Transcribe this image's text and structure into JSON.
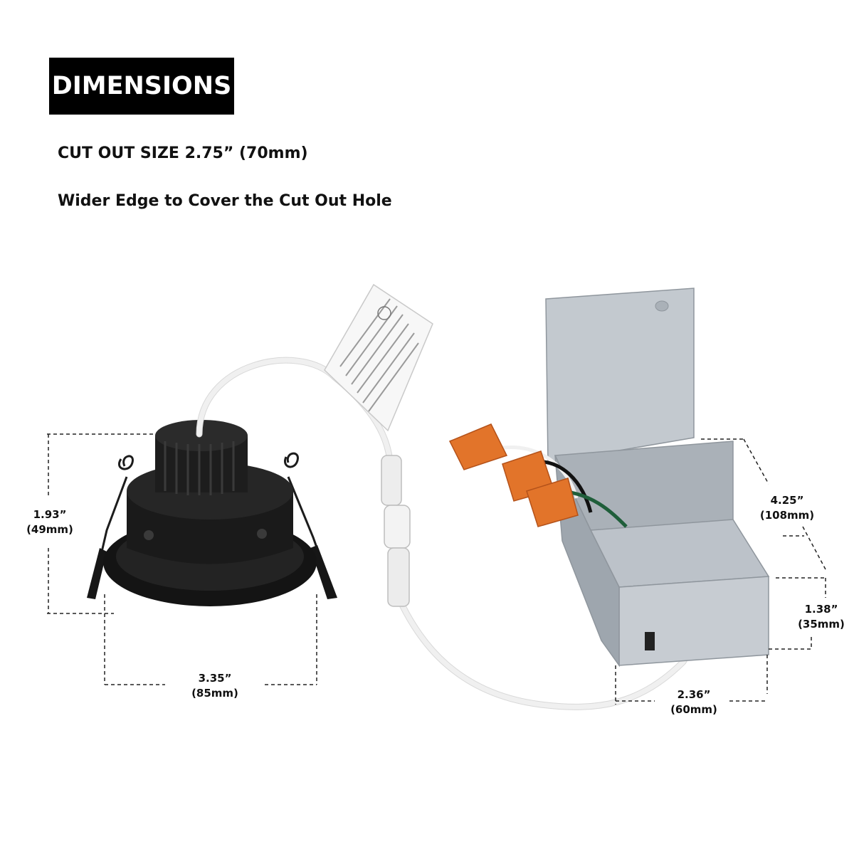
{
  "heading": "DIMENSIONS",
  "lines": {
    "cutout": "CUT OUT SIZE 2.75” (70mm)",
    "edge": "Wider Edge to Cover the Cut Out Hole"
  },
  "dimensions": {
    "height": {
      "imperial": "1.93”",
      "metric": "(49mm)"
    },
    "width": {
      "imperial": "3.35”",
      "metric": "(85mm)"
    },
    "box_length": {
      "imperial": "4.25”",
      "metric": "(108mm)"
    },
    "box_height": {
      "imperial": "1.38”",
      "metric": "(35mm)"
    },
    "box_width": {
      "imperial": "2.36”",
      "metric": "(60mm)"
    }
  },
  "colors": {
    "light_black": "#151515",
    "junction_box": "#b9bfc6",
    "connector_orange": "#e2742a",
    "wire_white": "#f2f2f2"
  }
}
